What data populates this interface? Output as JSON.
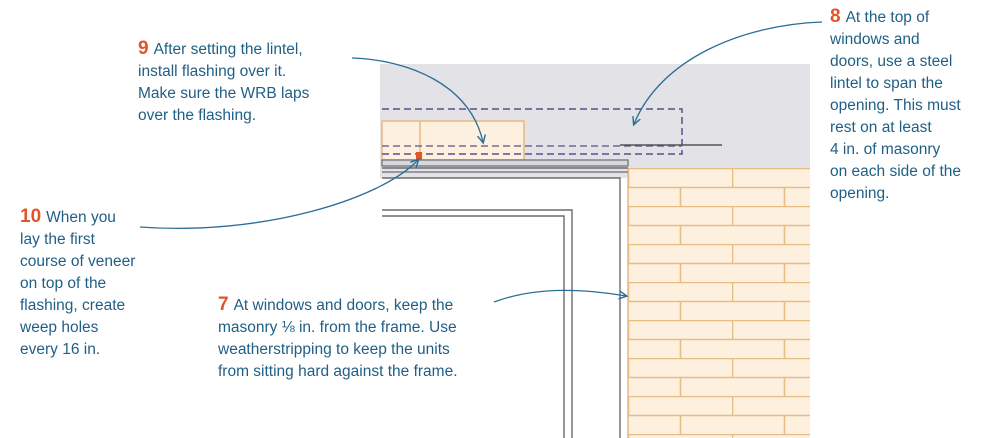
{
  "colors": {
    "accent_number": "#e0562a",
    "callout_text": "#1f5f86",
    "leader_line": "#2a6e96",
    "wall_gray": "#e3e2e6",
    "brick_fill": "#fdf0df",
    "brick_mortar": "#e7bd86",
    "frame_line": "#6b6b70",
    "flashing_marker": "#e0562a"
  },
  "callouts": [
    {
      "id": "callout-7",
      "number": "7",
      "lines": [
        "At windows and doors, keep the",
        "masonry ⅛ in. from the frame. Use",
        "weatherstripping to keep the units",
        "from sitting hard against the frame."
      ]
    },
    {
      "id": "callout-8",
      "number": "8",
      "lines": [
        "At the top of",
        "windows and",
        "doors, use a steel",
        "lintel to span the",
        "opening. This must",
        "rest on at least",
        "4 in. of masonry",
        "on each side of the",
        "opening."
      ]
    },
    {
      "id": "callout-9",
      "number": "9",
      "lines": [
        "After setting the lintel,",
        "install flashing over it.",
        "Make sure the WRB laps",
        "over the flashing."
      ]
    },
    {
      "id": "callout-10",
      "number": "10",
      "lines": [
        "When you",
        "lay the first",
        "course of veneer",
        "on top of the",
        "flashing, create",
        "weep holes",
        "every 16 in."
      ]
    }
  ]
}
